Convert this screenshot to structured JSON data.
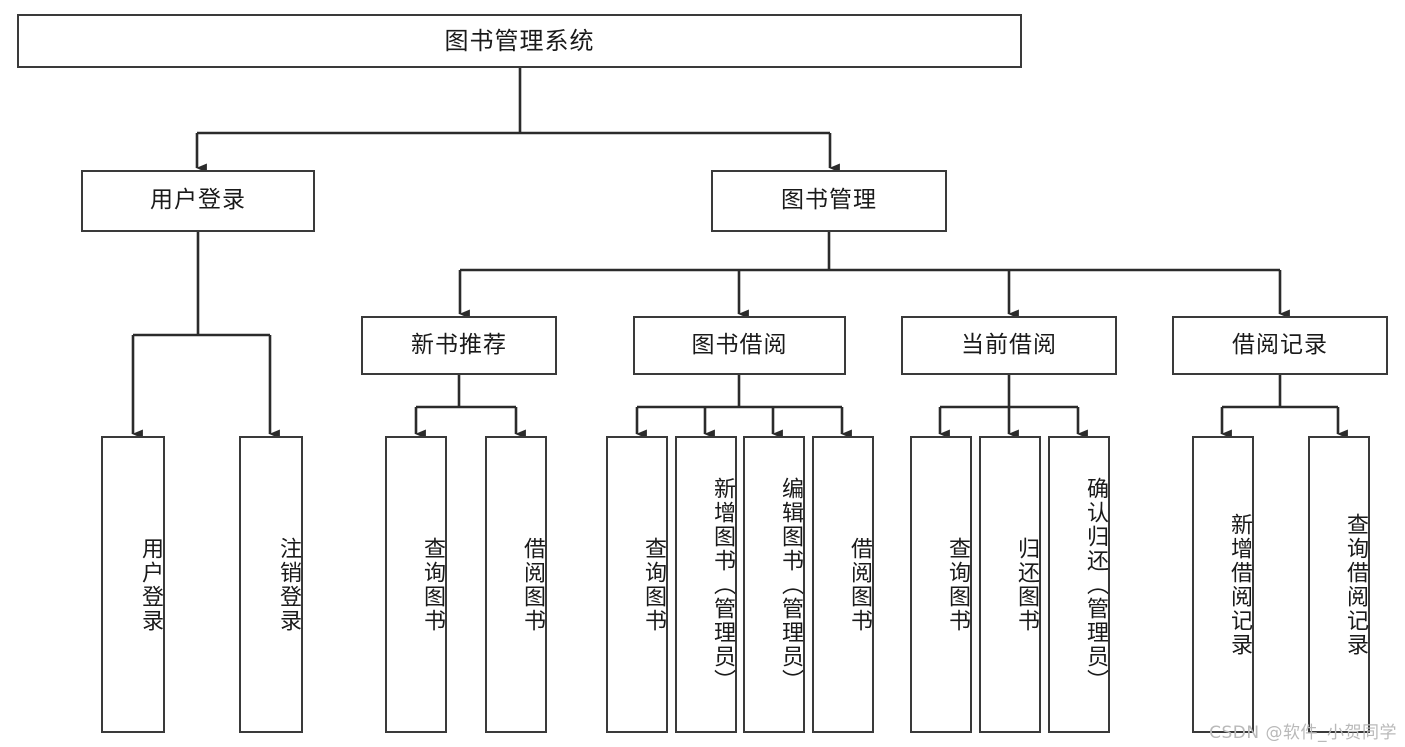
{
  "diagram": {
    "type": "tree",
    "title": "图书管理系统",
    "orientation": "top-down",
    "colors": {
      "box_border": "#3a3a3a",
      "box_fill": "#ffffff",
      "edge": "#2b2b2b",
      "text": "#1a1a1a",
      "watermark": "#b9b9b9"
    },
    "root": {
      "id": "root",
      "label": "图书管理系统"
    },
    "level2": [
      {
        "id": "user-login",
        "label": "用户登录"
      },
      {
        "id": "book-manage",
        "label": "图书管理"
      }
    ],
    "level3": [
      {
        "id": "new-book-rec",
        "label": "新书推荐",
        "parent": "book-manage"
      },
      {
        "id": "book-borrow",
        "label": "图书借阅",
        "parent": "book-manage"
      },
      {
        "id": "current-borrow",
        "label": "当前借阅",
        "parent": "book-manage"
      },
      {
        "id": "borrow-record",
        "label": "借阅记录",
        "parent": "book-manage"
      }
    ],
    "leaves": [
      {
        "id": "leaf-user-login",
        "label": "用户登录",
        "parent": "user-login"
      },
      {
        "id": "leaf-user-logout",
        "label": "注销登录",
        "parent": "user-login"
      },
      {
        "id": "leaf-rec-query",
        "label": "查询图书",
        "parent": "new-book-rec"
      },
      {
        "id": "leaf-rec-borrow",
        "label": "借阅图书",
        "parent": "new-book-rec"
      },
      {
        "id": "leaf-borrow-query",
        "label": "查询图书",
        "parent": "book-borrow"
      },
      {
        "id": "leaf-borrow-add",
        "label": "新增图书（管理员）",
        "parent": "book-borrow"
      },
      {
        "id": "leaf-borrow-edit",
        "label": "编辑图书（管理员）",
        "parent": "book-borrow"
      },
      {
        "id": "leaf-borrow-lend",
        "label": "借阅图书",
        "parent": "book-borrow"
      },
      {
        "id": "leaf-cur-query",
        "label": "查询图书",
        "parent": "current-borrow"
      },
      {
        "id": "leaf-cur-return",
        "label": "归还图书",
        "parent": "current-borrow"
      },
      {
        "id": "leaf-cur-confirm",
        "label": "确认归还（管理员）",
        "parent": "current-borrow"
      },
      {
        "id": "leaf-rec-add",
        "label": "新增借阅记录",
        "parent": "borrow-record"
      },
      {
        "id": "leaf-rec-query2",
        "label": "查询借阅记录",
        "parent": "borrow-record"
      }
    ]
  },
  "watermark": {
    "text": "CSDN @软件_小贺同学"
  }
}
